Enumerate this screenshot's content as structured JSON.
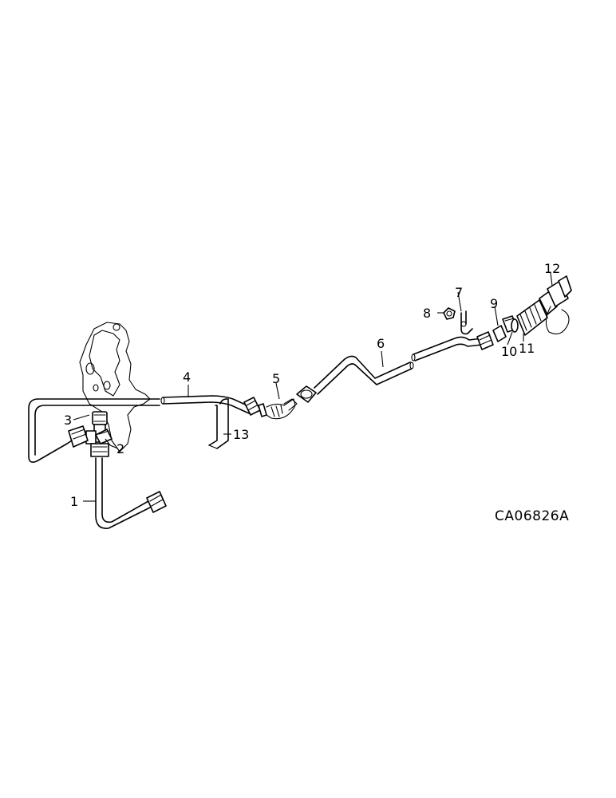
{
  "figure_code": "CA06826A",
  "callouts": [
    {
      "id": "1",
      "part": "tube"
    },
    {
      "id": "2",
      "part": "elbow-fitting"
    },
    {
      "id": "3",
      "part": "washer"
    },
    {
      "id": "4",
      "part": "tube"
    },
    {
      "id": "5",
      "part": "hose"
    },
    {
      "id": "6",
      "part": "tube"
    },
    {
      "id": "7",
      "part": "clip"
    },
    {
      "id": "8",
      "part": "nut"
    },
    {
      "id": "9",
      "part": "adapter"
    },
    {
      "id": "10",
      "part": "o-ring"
    },
    {
      "id": "11",
      "part": "quick-coupler"
    },
    {
      "id": "12",
      "part": "dust-cap"
    },
    {
      "id": "13",
      "part": "support-bracket"
    }
  ]
}
